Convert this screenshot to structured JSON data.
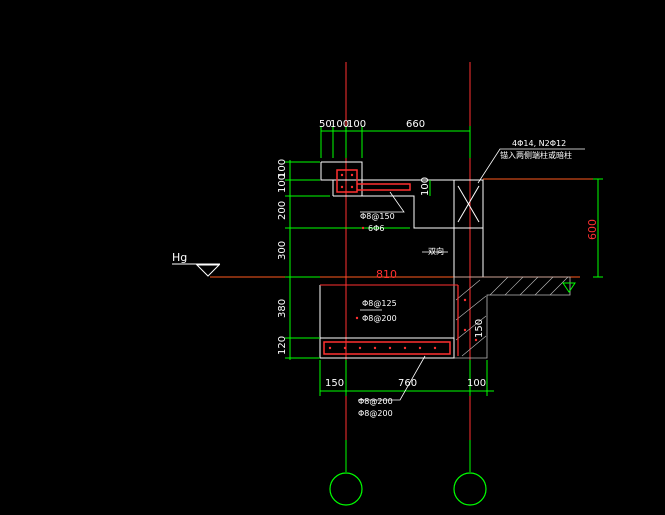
{
  "colors": {
    "background": "#000000",
    "axis": "#ff3030",
    "dimension": "#00ff00",
    "outline": "#ffffff",
    "rebar": "#ff3030",
    "hatch": "#bbbbbb",
    "leader": "#ffffff"
  },
  "dimensions": {
    "top_a": "50",
    "top_b": "100",
    "top_c": "100",
    "top_d": "660",
    "left_a": "100",
    "left_b": "100",
    "left_c": "200",
    "left_d": "300",
    "left_e": "380",
    "left_f": "120",
    "mid_width": "810",
    "bottom_a": "150",
    "bottom_b": "760",
    "bottom_c": "100",
    "right_height": "600",
    "inner_100": "100",
    "inner_150": "150"
  },
  "labels": {
    "hg": "Hg",
    "note_line1": "4Φ14, N2Φ12",
    "note_line2": "锚入两侧端柱或暗柱",
    "rebar_upper_1": "Φ8@150",
    "rebar_upper_2": "6Φ6",
    "rebar_side": "双向",
    "rebar_lower_1": "Φ8@125",
    "rebar_lower_2": "Φ8@200",
    "rebar_bottom_1": "Φ8@200",
    "rebar_bottom_2": "Φ8@200"
  }
}
